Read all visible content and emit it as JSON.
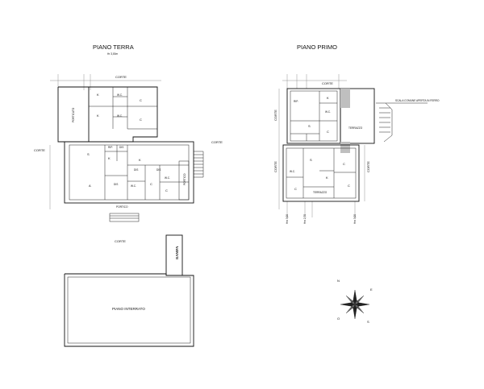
{
  "titles": {
    "ground_floor": "PIANO TERRA",
    "ground_floor_height": "Hr 3,00m",
    "first_floor": "PIANO PRIMO",
    "basement": "PIANO INTERRATO",
    "ramp": "RAMPA"
  },
  "labels": {
    "corte": "CORTE",
    "porticato": "PORTICATO",
    "portico": "PORTICO",
    "terrazzo": "TERRAZZO",
    "scala": "SCALA COMUNE APERTA IN FERRO"
  },
  "ground_rooms": {
    "k": "K",
    "wc": "W.C.",
    "c": "C",
    "s": "S",
    "rip": "RIP.",
    "dis": "DIS",
    "a": "A"
  },
  "first_rooms": {
    "rip": "RIP.",
    "s": "S",
    "c": "C",
    "k": "K",
    "wc": "W.C."
  },
  "compass": {
    "n": "N",
    "e": "E",
    "s": "S",
    "o": "O"
  },
  "heights": {
    "h1": "Hm 3,00",
    "h2": "Hm 2,70",
    "h3": "Hm 3,00"
  }
}
